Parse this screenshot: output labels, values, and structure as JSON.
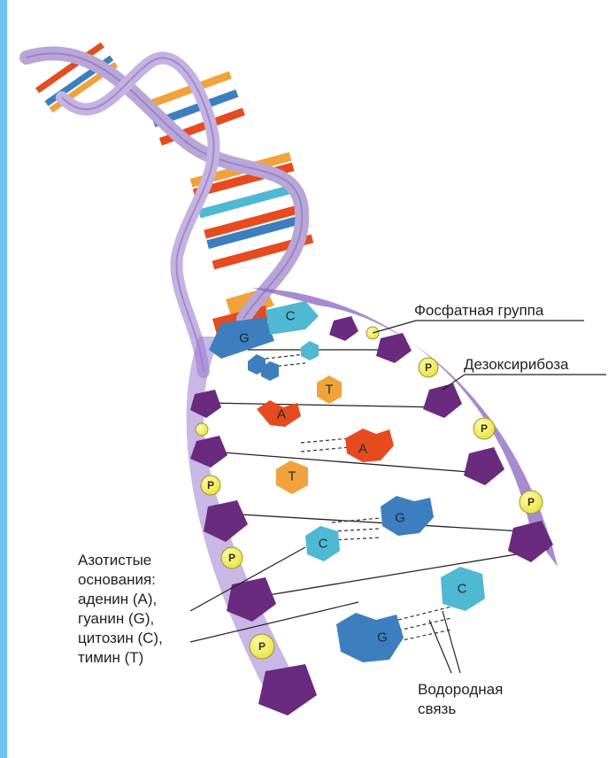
{
  "labels": {
    "phosphate": "Фосфатная группа",
    "deoxyribose": "Дезоксирибоза",
    "bases": [
      "Азотистые",
      "основания:",
      "аденин (А),",
      "гуанин (G),",
      "цитозин (С),",
      "тимин (Т)"
    ],
    "hbond": [
      "Водородная",
      "связь"
    ]
  },
  "bases": {
    "A": "A",
    "T": "T",
    "G": "G",
    "C": "C"
  },
  "phosphate_letter": "P",
  "colors": {
    "accent_bar": "#6ec3f2",
    "backbone": "#b9a6d8",
    "backbone_dark": "#7d5fb0",
    "sugar": "#6a2a7e",
    "phosphate": "#f2ee58",
    "adenine": "#e64a1f",
    "thymine": "#f2a23a",
    "guanine": "#3d7fbe",
    "cytosine": "#4fb8d2",
    "helix_white": "#ffffff"
  }
}
